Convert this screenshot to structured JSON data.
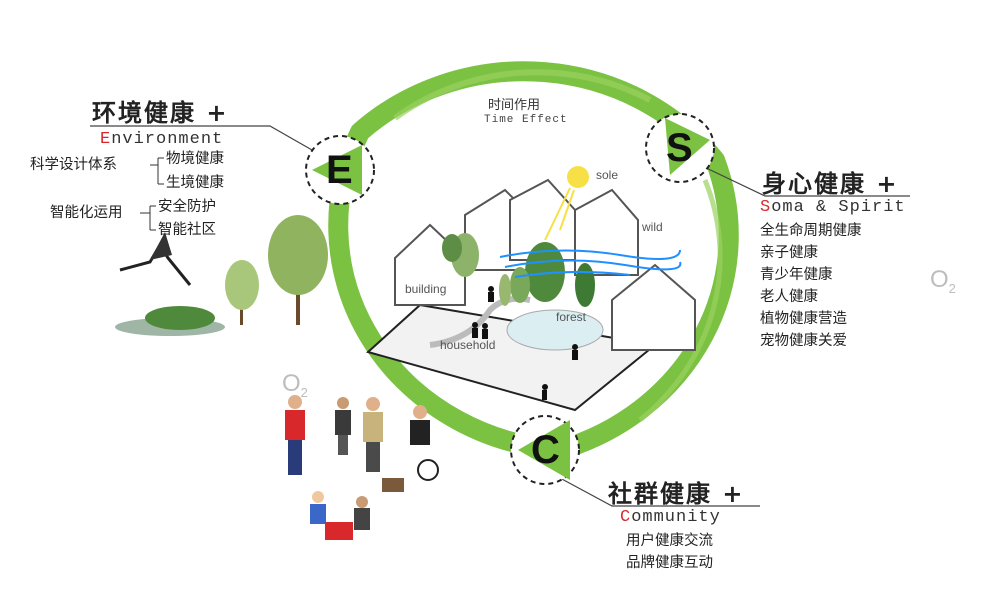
{
  "center": {
    "cn": "时间作用",
    "en": "Time Effect"
  },
  "environment": {
    "badge": "E",
    "title": "环境健康 +",
    "en_initial": "E",
    "en_rest": "nvironment",
    "groups": [
      {
        "label": "科学设计体系",
        "items": [
          "物境健康",
          "生境健康"
        ]
      },
      {
        "label": "智能化运用",
        "items": [
          "安全防护",
          "智能社区"
        ]
      }
    ]
  },
  "soma": {
    "badge": "S",
    "title": "身心健康 +",
    "en_initial": "S",
    "en_rest": "oma & Spirit",
    "items": [
      "全生命周期健康",
      "亲子健康",
      "青少年健康",
      "老人健康",
      "植物健康营造",
      "宠物健康关爱"
    ]
  },
  "community": {
    "badge": "C",
    "title": "社群健康 +",
    "en_initial": "C",
    "en_rest": "ommunity",
    "items": [
      "用户健康交流",
      "品牌健康互动"
    ]
  },
  "scene": {
    "sole": "sole",
    "wild": "wild",
    "building": "building",
    "forest": "forest",
    "household": "household"
  },
  "o2": {
    "main": "O",
    "sub": "2"
  },
  "colors": {
    "ring": "#7cc242",
    "accent": "#d8282b",
    "house": "#555555",
    "water": "#1e90ff",
    "sun": "#f7e046"
  }
}
